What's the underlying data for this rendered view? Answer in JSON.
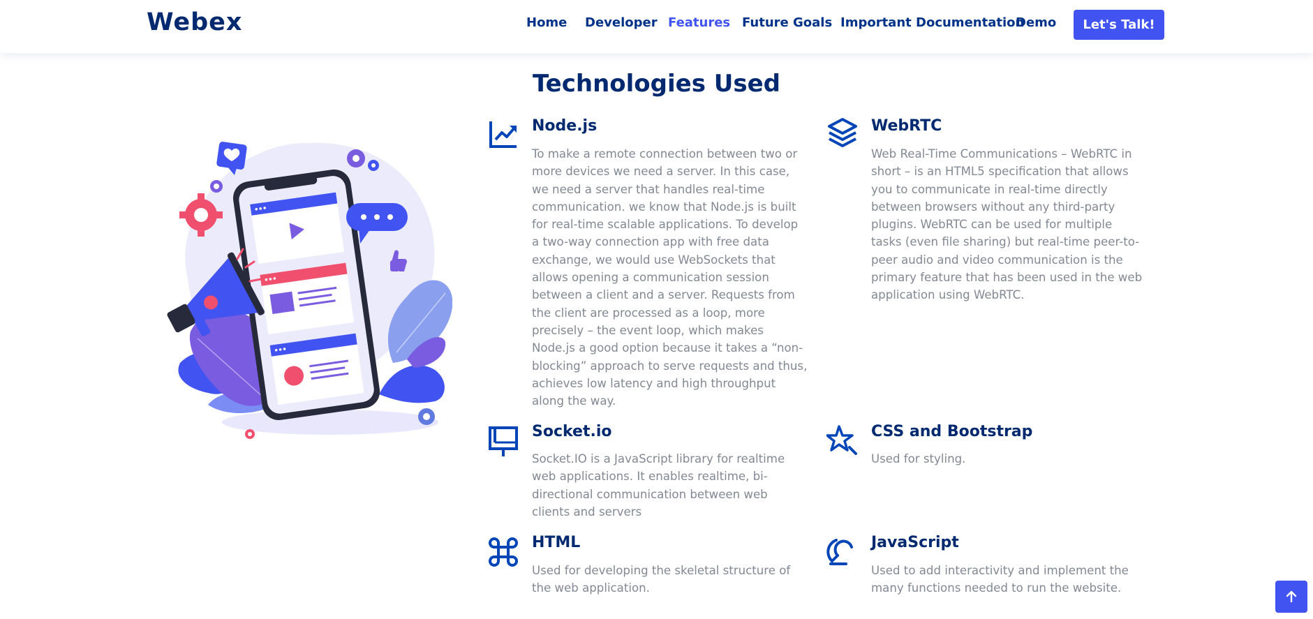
{
  "header": {
    "logo": "Webex",
    "nav": [
      {
        "label": "Home",
        "active": false
      },
      {
        "label": "Developer",
        "active": false
      },
      {
        "label": "Features",
        "active": true
      },
      {
        "label": "Future Goals",
        "active": false
      },
      {
        "label": "Important Documentation",
        "active": false
      },
      {
        "label": "Demo",
        "active": false
      }
    ],
    "cta": "Let's Talk!"
  },
  "section": {
    "title": "Technologies Used"
  },
  "features": [
    {
      "icon": "graph-up-icon",
      "title": "Node.js",
      "text": "To make a remote connection between two or more devices we need a server. In this case, we need a server that handles real-time communication. we know that Node.js is built for real-time scalable applications. To develop a two-way connection app with free data exchange, we would use WebSockets that allows opening a communication session between a client and a server. Requests from the client are processed as a loop, more precisely – the event loop, which makes Node.js a good option because it takes a “non-blocking” approach to serve requests and thus, achieves low latency and high throughput along the way."
    },
    {
      "icon": "layers-icon",
      "title": "WebRTC",
      "text": "Web Real-Time Communications – WebRTC in short – is an HTML5 specification that allows you to communicate in real-time directly between browsers without any third-party plugins. WebRTC can be used for multiple tasks (even file sharing) but real-time peer-to-peer audio and video communication is the primary feature that has been used in the web application using WebRTC."
    },
    {
      "icon": "easel-icon",
      "title": "Socket.io",
      "text": "Socket.IO is a JavaScript library for realtime web applications. It enables realtime, bi-directional communication between web clients and servers"
    },
    {
      "icon": "magic-star-icon",
      "title": "CSS and Bootstrap",
      "text": "Used for styling."
    },
    {
      "icon": "command-icon",
      "title": "HTML",
      "text": "Used for developing the skeletal structure of the web application."
    },
    {
      "icon": "radar-icon",
      "title": "JavaScript",
      "text": "Used to add interactivity and implement the many functions needed to run the website."
    }
  ],
  "back_to_top": {
    "icon": "arrow-up-icon"
  },
  "colors": {
    "primary": "#4154f1",
    "heading": "#012970",
    "text": "#838893",
    "pink": "#f0506e",
    "purple": "#6f5bd6"
  }
}
